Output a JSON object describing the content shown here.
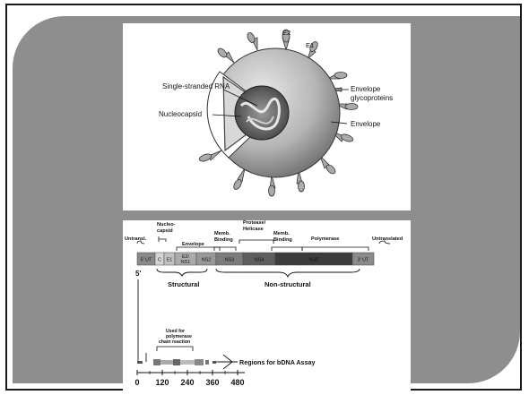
{
  "virion": {
    "labels": {
      "e2": "E2",
      "e1": "E1",
      "ssrna": "Single-stranded RNA",
      "nucleocapsid": "Nucleocapsid",
      "glyco_line1": "Envelope",
      "glyco_line2": "glycoproteins",
      "envelope": "Envelope"
    }
  },
  "genome": {
    "top_labels": {
      "untransl_5": "Untransl.",
      "nucleo_line1": "Nucleo-",
      "nucleo_line2": "capsid",
      "envelope": "Envelope",
      "memb1_line1": "Memb.",
      "memb1_line2": "Binding",
      "protease_line1": "Protease/",
      "protease_line2": "Helicase",
      "memb2_line1": "Memb.",
      "memb2_line2": "Binding",
      "polymerase": "Polymerase",
      "untranslated_3": "Untranslated"
    },
    "segments": [
      {
        "label": "5' UT",
        "color": "#8a8a8a"
      },
      {
        "label": "C",
        "color": "#d4d4d4"
      },
      {
        "label": "E1",
        "color": "#c2c2c2"
      },
      {
        "label": "E2/\nNS1",
        "color": "#ababab"
      },
      {
        "label": "NS2",
        "color": "#999999"
      },
      {
        "label": "NS3",
        "color": "#7c7c7c"
      },
      {
        "label": "NS4",
        "color": "#5e5e5e"
      },
      {
        "label": "NS5",
        "color": "#3c3c3c"
      },
      {
        "label": "3' UT",
        "color": "#8a8a8a"
      }
    ],
    "five_prime": "5'",
    "structural": "Structural",
    "nonstructural": "Non-structural",
    "pcr_line1": "Used for",
    "pcr_line2": "polymerase",
    "pcr_line3": "chain reaction",
    "bdna": "Regions for bDNA Assay",
    "scale_ticks": [
      "0",
      "120",
      "240",
      "360",
      "480"
    ]
  }
}
